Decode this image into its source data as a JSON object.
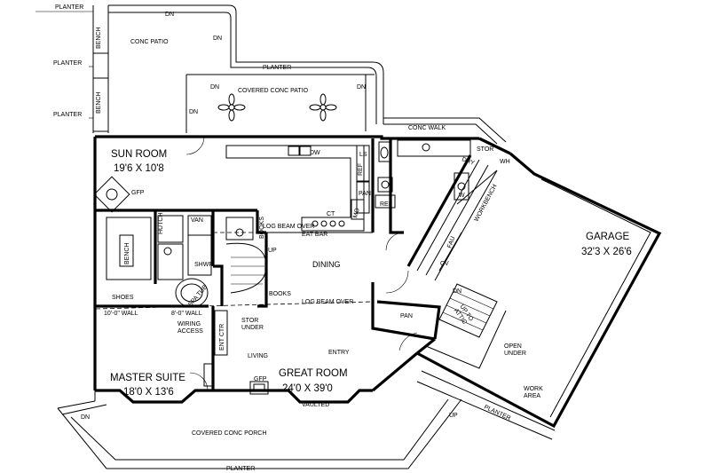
{
  "labels": {
    "planter_top": "PLANTER",
    "planter_left_1": "PLANTER",
    "planter_left_2": "PLANTER",
    "planter_patio": "PLANTER",
    "planter_bottom": "PLANTER",
    "planter_garage": "PLANTER",
    "bench_1": "BENCH",
    "bench_2": "BENCH",
    "bench_master": "BENCH",
    "conc_patio": "CONC PATIO",
    "covered_conc_patio": "COVERED CONC PATIO",
    "conc_walk": "CONC WALK",
    "dn_1": "DN",
    "dn_2": "DN",
    "dn_3": "DN",
    "dn_4": "DN",
    "dn_5": "DN",
    "dn_6": "DN",
    "dn_7": "DN",
    "sun_room": "SUN ROOM",
    "sun_room_dim": "19'6 X 10'8",
    "gfp_sun": "GFP",
    "dw": "DW",
    "ls": "LS",
    "ref_1": "REF",
    "ref_2": "REF",
    "pan_1": "PAN",
    "pan_2": "PAN",
    "mo": "MO",
    "ct": "CT",
    "eat_bar": "EAT BAR",
    "log_beam_1": "LOG BEAM OVER",
    "log_beam_2": "LOG BEAM OVER",
    "stor_1": "STOR",
    "dry": "DRY",
    "wh": "WH",
    "w": "W",
    "workbench": "WORKBENCH",
    "fau": "FAU",
    "cv": "CV",
    "garage": "GARAGE",
    "garage_dim": "32'3 X 26'6",
    "hutch": "HUTCH",
    "van": "VAN",
    "shwr": "SHWR",
    "spa_tub": "SPA TUB",
    "books_1": "BOOKS",
    "books_2": "BOOKS",
    "up_1": "UP",
    "up_2": "UP",
    "up_attic": "UP TO\nATTIC",
    "dining": "DINING",
    "shoes": "SHOES",
    "wall_10": "10'-0\" WALL",
    "wall_8": "8'-0\" WALL",
    "wiring_access": "WIRING\nACCESS",
    "ent_ctr": "ENT CTR",
    "stor_under": "STOR\nUNDER",
    "entry": "ENTRY",
    "living": "LIVING",
    "open_under": "OPEN\nUNDER",
    "master_suite": "MASTER SUITE",
    "master_dim": "18'0 X 13'6",
    "great_room": "GREAT ROOM",
    "great_dim": "24'0 X 39'0",
    "gfp_great": "GFP",
    "vaulted": "VAULTED",
    "work_area": "WORK\nAREA",
    "covered_conc_porch": "COVERED CONC PORCH"
  }
}
